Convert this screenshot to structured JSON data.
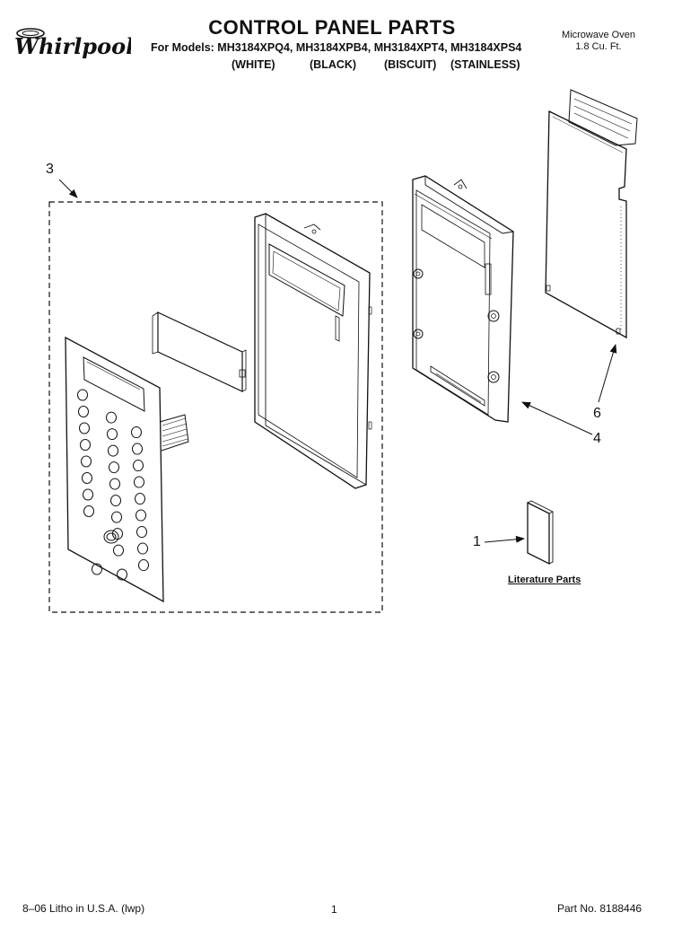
{
  "header": {
    "brand": "Whirlpool",
    "title": "CONTROL PANEL PARTS",
    "models_line": "For Models: MH3184XPQ4, MH3184XPB4, MH3184XPT4, MH3184XPS4",
    "variants": [
      "(WHITE)",
      "(BLACK)",
      "(BISCUIT)",
      "(STAINLESS)"
    ],
    "product_name": "Microwave Oven",
    "product_capacity": "1.8 Cu. Ft."
  },
  "callouts": {
    "assembly": "3",
    "control_board": "6",
    "bracket": "4",
    "literature": "1"
  },
  "literature_label": "Literature Parts",
  "footer": {
    "litho": "8–06 Litho in U.S.A. (lwp)",
    "page": "1",
    "part_number": "Part No. 8188446"
  }
}
